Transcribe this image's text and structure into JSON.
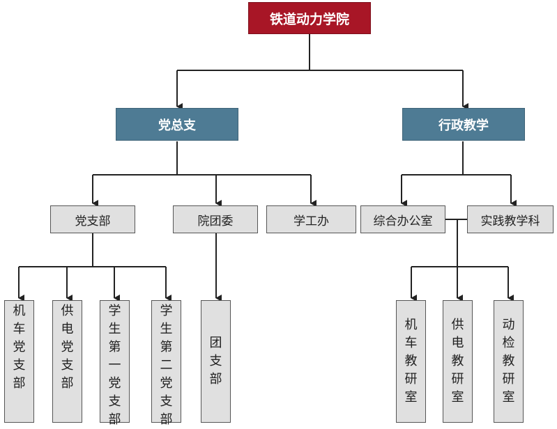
{
  "root": {
    "label": "铁道动力学院"
  },
  "branches": {
    "party": {
      "label": "党总支"
    },
    "admin": {
      "label": "行政教学"
    }
  },
  "party_units": [
    {
      "label": "党支部"
    },
    {
      "label": "院团委"
    },
    {
      "label": "学工办"
    }
  ],
  "admin_units": [
    {
      "label": "综合办公室"
    },
    {
      "label": "实践教学科"
    }
  ],
  "party_branches": [
    {
      "label": "机车党支部"
    },
    {
      "label": "供电党支部"
    },
    {
      "label": "学生第一党支部"
    },
    {
      "label": "学生第二党支部"
    }
  ],
  "league_units": [
    {
      "label": "团支部"
    }
  ],
  "teaching_offices": [
    {
      "label": "机车教研室"
    },
    {
      "label": "供电教研室"
    },
    {
      "label": "动检教研室"
    }
  ],
  "colors": {
    "root_fill": "#a81626",
    "branch_fill": "#4e7b94",
    "unit_fill": "#e0e0e0",
    "line": "#222222"
  }
}
